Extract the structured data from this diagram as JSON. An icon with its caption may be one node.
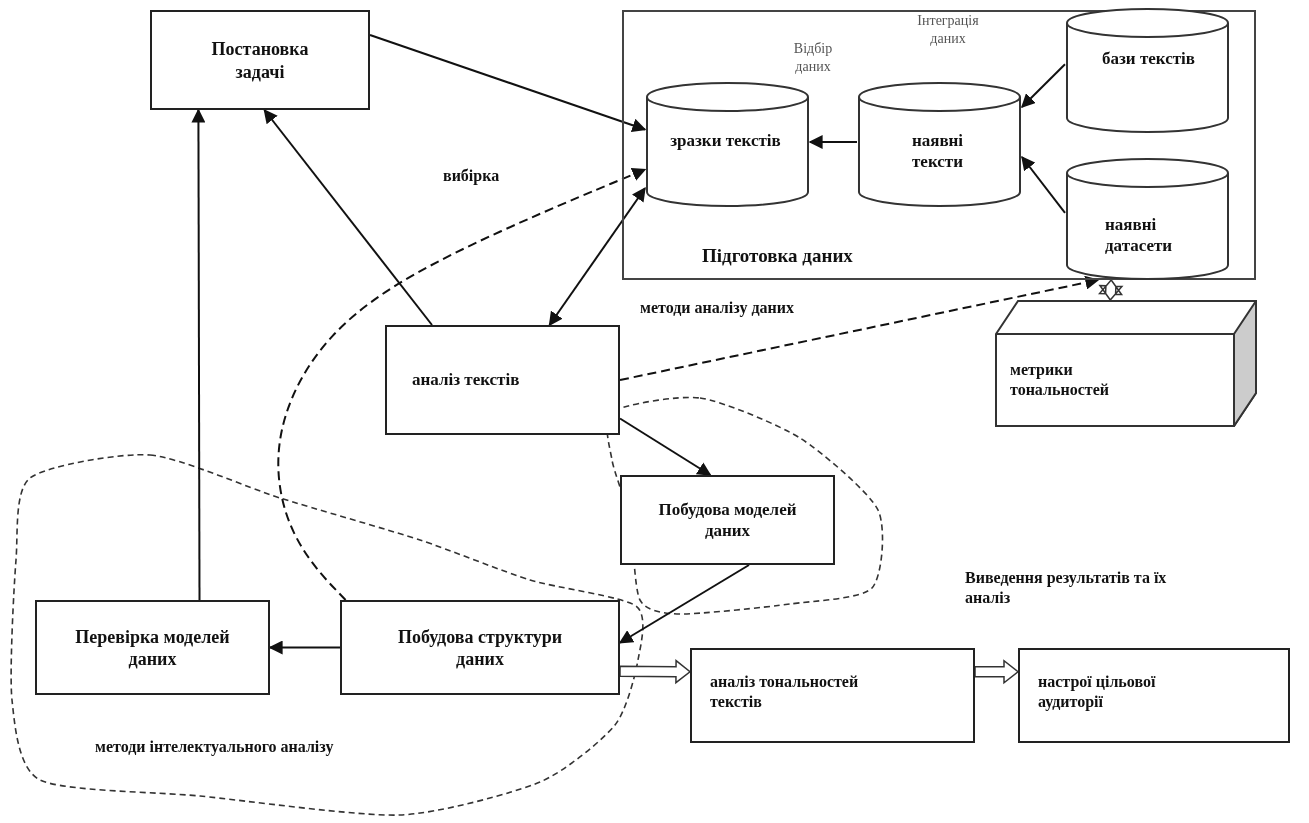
{
  "diagram": {
    "nodes": [
      {
        "text": [
          "Підготовка даних"
        ]
      },
      {
        "text": [
          "Постановка задачі"
        ]
      },
      {
        "text": [
          "зразки текстів"
        ],
        "in": 0
      },
      {
        "text": [
          "наявні тексти"
        ],
        "in": 0
      },
      {
        "text": [
          "бази текстів"
        ],
        "in": 0
      },
      {
        "text": [
          "наявні датасети"
        ],
        "in": 0
      },
      {
        "text": [
          "аналіз текстів"
        ]
      },
      {
        "text": [
          "метрики тональностей"
        ]
      },
      {
        "text": [
          "Побудова моделей даних"
        ]
      },
      {
        "text": [
          "Перевірка моделей даних"
        ]
      },
      {
        "text": [
          "Побудова структури даних"
        ]
      },
      {
        "text": [
          "аналіз тональностей текстів"
        ]
      },
      {
        "text": [
          "настрої цільової аудиторії"
        ]
      }
    ],
    "edges": [
      {
        "from": 1,
        "to": 2,
        "arrow": "to"
      },
      {
        "from": 6,
        "to": 1,
        "arrow": "to"
      },
      {
        "from": 2,
        "to": 6,
        "arrow": "both"
      },
      {
        "from": 3,
        "to": 2,
        "arrow": "to"
      },
      {
        "from": 4,
        "to": 3,
        "arrow": "to"
      },
      {
        "from": 5,
        "to": 3,
        "arrow": "to"
      },
      {
        "from": 6,
        "to": 5,
        "arrow": "to",
        "style": "dashed"
      },
      {
        "from": 5,
        "to": 7,
        "arrow": "both",
        "style": "thick"
      },
      {
        "from": 6,
        "to": 8,
        "arrow": "to"
      },
      {
        "from": 8,
        "to": 10,
        "arrow": "to"
      },
      {
        "from": 10,
        "to": 9,
        "arrow": "to"
      },
      {
        "from": 9,
        "to": 1,
        "arrow": "to"
      },
      {
        "from": 10,
        "to": 11,
        "arrow": "to",
        "style": "thick"
      },
      {
        "from": 11,
        "to": 12,
        "arrow": "to",
        "style": "thick"
      },
      {
        "from": 10,
        "to": 2,
        "arrow": "to",
        "style": "dashed"
      }
    ],
    "labels": [
      "Відбір даних",
      "Інтеграція даних",
      "вибірка",
      "методи аналізу даних",
      "Виведення результатів та їх аналіз",
      "методи інтелектуального аналізу"
    ]
  }
}
